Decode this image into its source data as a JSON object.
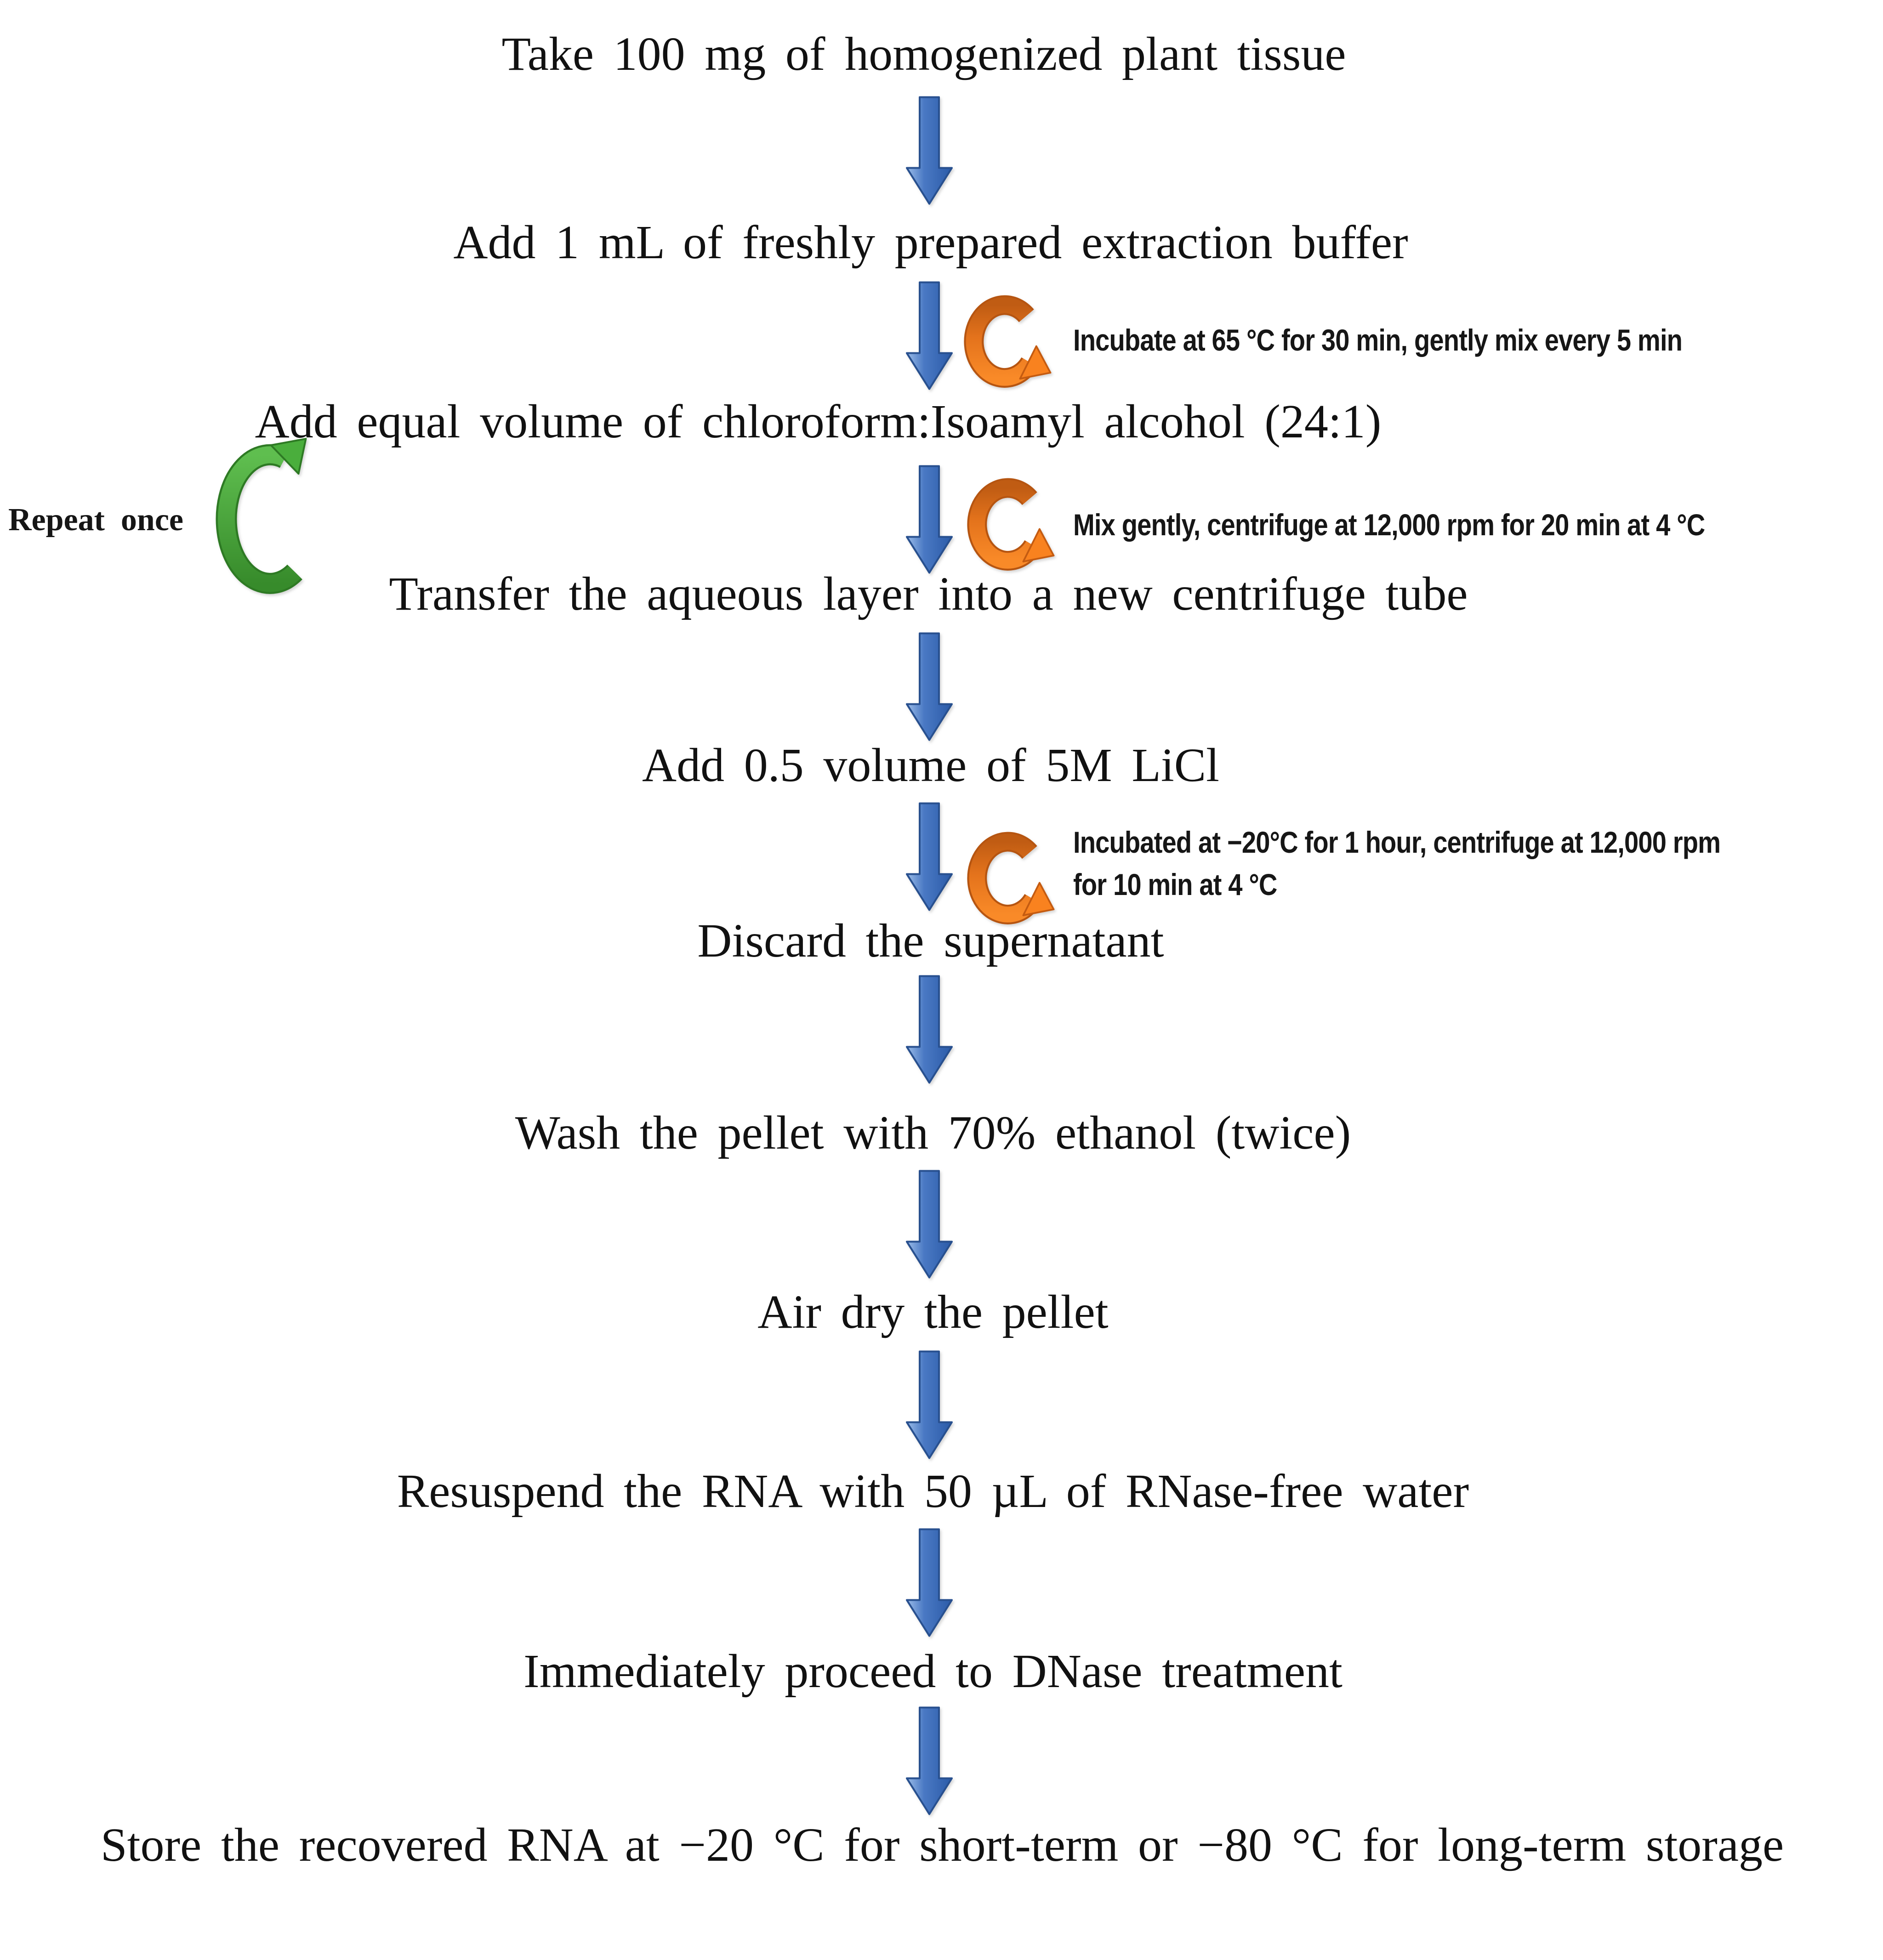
{
  "steps": [
    "Take 100 mg of homogenized plant tissue",
    "Add 1 mL of freshly prepared extraction buffer",
    "Add equal volume of chloroform:Isoamyl alcohol (24:1)",
    "Transfer the aqueous layer into a new centrifuge tube",
    "Add 0.5 volume of 5M LiCl",
    "Discard the supernatant",
    "Wash the pellet with 70% ethanol (twice)",
    "Air dry the pellet",
    "Resuspend the RNA with 50 µL of RNase-free water",
    "Immediately proceed to DNase treatment",
    "Store the recovered RNA at −20 °C for short-term or −80 °C for long-term storage"
  ],
  "annotations": [
    "Incubate at 65 °C for 30 min, gently mix every 5 min",
    "Mix gently, centrifuge at 12,000 rpm for 20 min at 4 °C",
    "Incubated at −20°C for 1 hour, centrifuge at 12,000 rpm\nfor 10 min at 4 °C"
  ],
  "repeat_label": "Repeat once",
  "icons": {
    "down_arrow": "down-arrow-icon",
    "cycle_arrow": "cycle-arrow-icon",
    "repeat_arrow": "repeat-arrow-icon"
  },
  "colors": {
    "arrow-blue": "#3a6cb8",
    "arrow-blue-dark": "#28508f",
    "arrow-orange": "#f0821f",
    "arrow-orange-dark": "#c45b11",
    "arrow-green": "#4aae3c",
    "arrow-green-dark": "#2e7a24",
    "text": "#111111"
  }
}
